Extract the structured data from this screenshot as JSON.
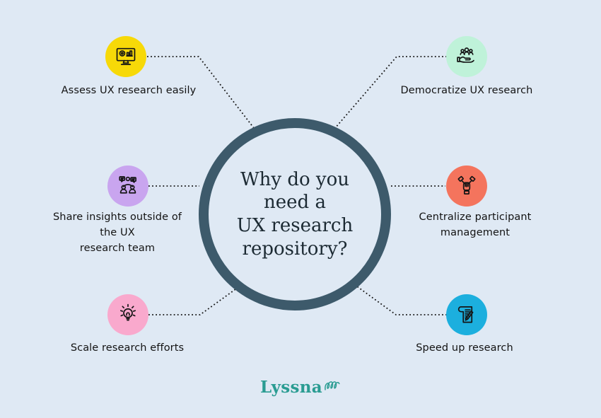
{
  "title": {
    "text": "Why do you\nneed a\nUX research\nrepository?"
  },
  "nodes": [
    {
      "id": "assess",
      "label": "Assess UX research easily",
      "icon": "monitor-analytics-icon",
      "color": "#F7D908"
    },
    {
      "id": "democratize",
      "label": "Democratize UX research",
      "icon": "hand-holding-people-icon",
      "color": "#BFF2D9"
    },
    {
      "id": "share",
      "label": "Share insights outside of\nthe UX\nresearch team",
      "icon": "people-discussion-icon",
      "color": "#C9A5EF"
    },
    {
      "id": "centralize",
      "label": "Centralize participant\nmanagement",
      "icon": "hands-together-icon",
      "color": "#F4745D"
    },
    {
      "id": "scale",
      "label": "Scale research efforts",
      "icon": "lightbulb-icon",
      "color": "#F9A9CD"
    },
    {
      "id": "speed",
      "label": "Speed up research",
      "icon": "document-pen-icon",
      "color": "#1CAFDE"
    }
  ],
  "logo": {
    "text": "Lyssna",
    "color": "#2A9C92"
  },
  "colors": {
    "background": "#DFE9F4",
    "ring": "#3D5A6B",
    "connector": "#151515",
    "label_text": "#131313",
    "title_text": "#1C2A33"
  }
}
